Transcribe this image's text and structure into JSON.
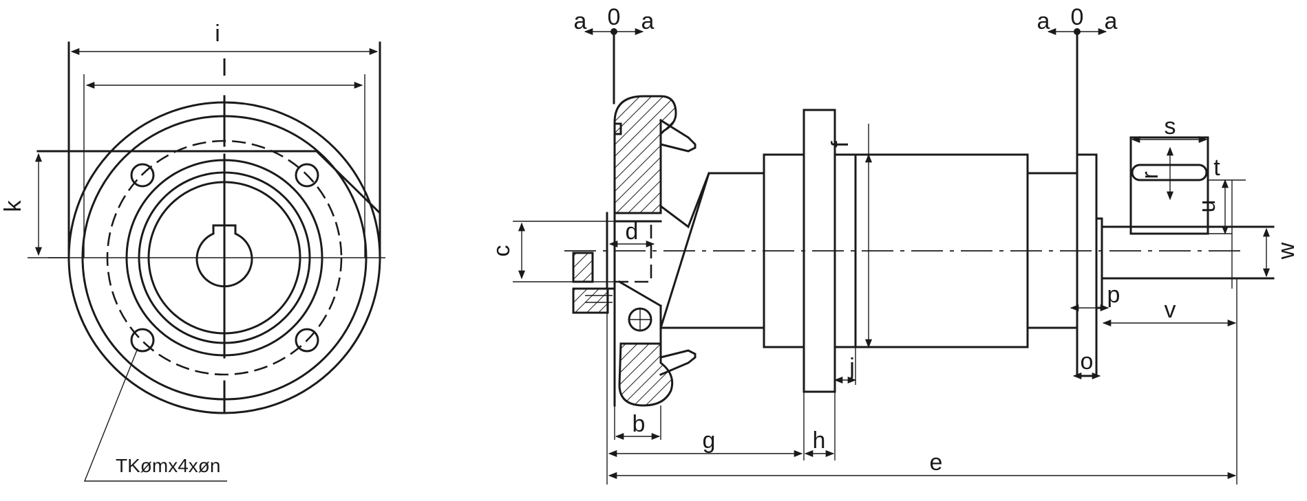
{
  "front_view": {
    "dimension_labels": {
      "i": "i",
      "l": "l",
      "k": "k"
    },
    "bolt_note": "TKømx4xøn"
  },
  "side_view": {
    "dimension_labels": {
      "a_left_1": "a",
      "zero_left": "0",
      "a_left_2": "a",
      "a_right_1": "a",
      "zero_right": "0",
      "a_right_2": "a",
      "c": "c",
      "d": "d",
      "b": "b",
      "g": "g",
      "h": "h",
      "e": "e",
      "f": "f",
      "j": "j",
      "o": "o",
      "p": "p",
      "v": "v",
      "w": "w",
      "s": "s",
      "r": "r",
      "t": "t",
      "u": "u"
    }
  },
  "colors": {
    "line": "#1a1a1a",
    "background": "#ffffff"
  }
}
